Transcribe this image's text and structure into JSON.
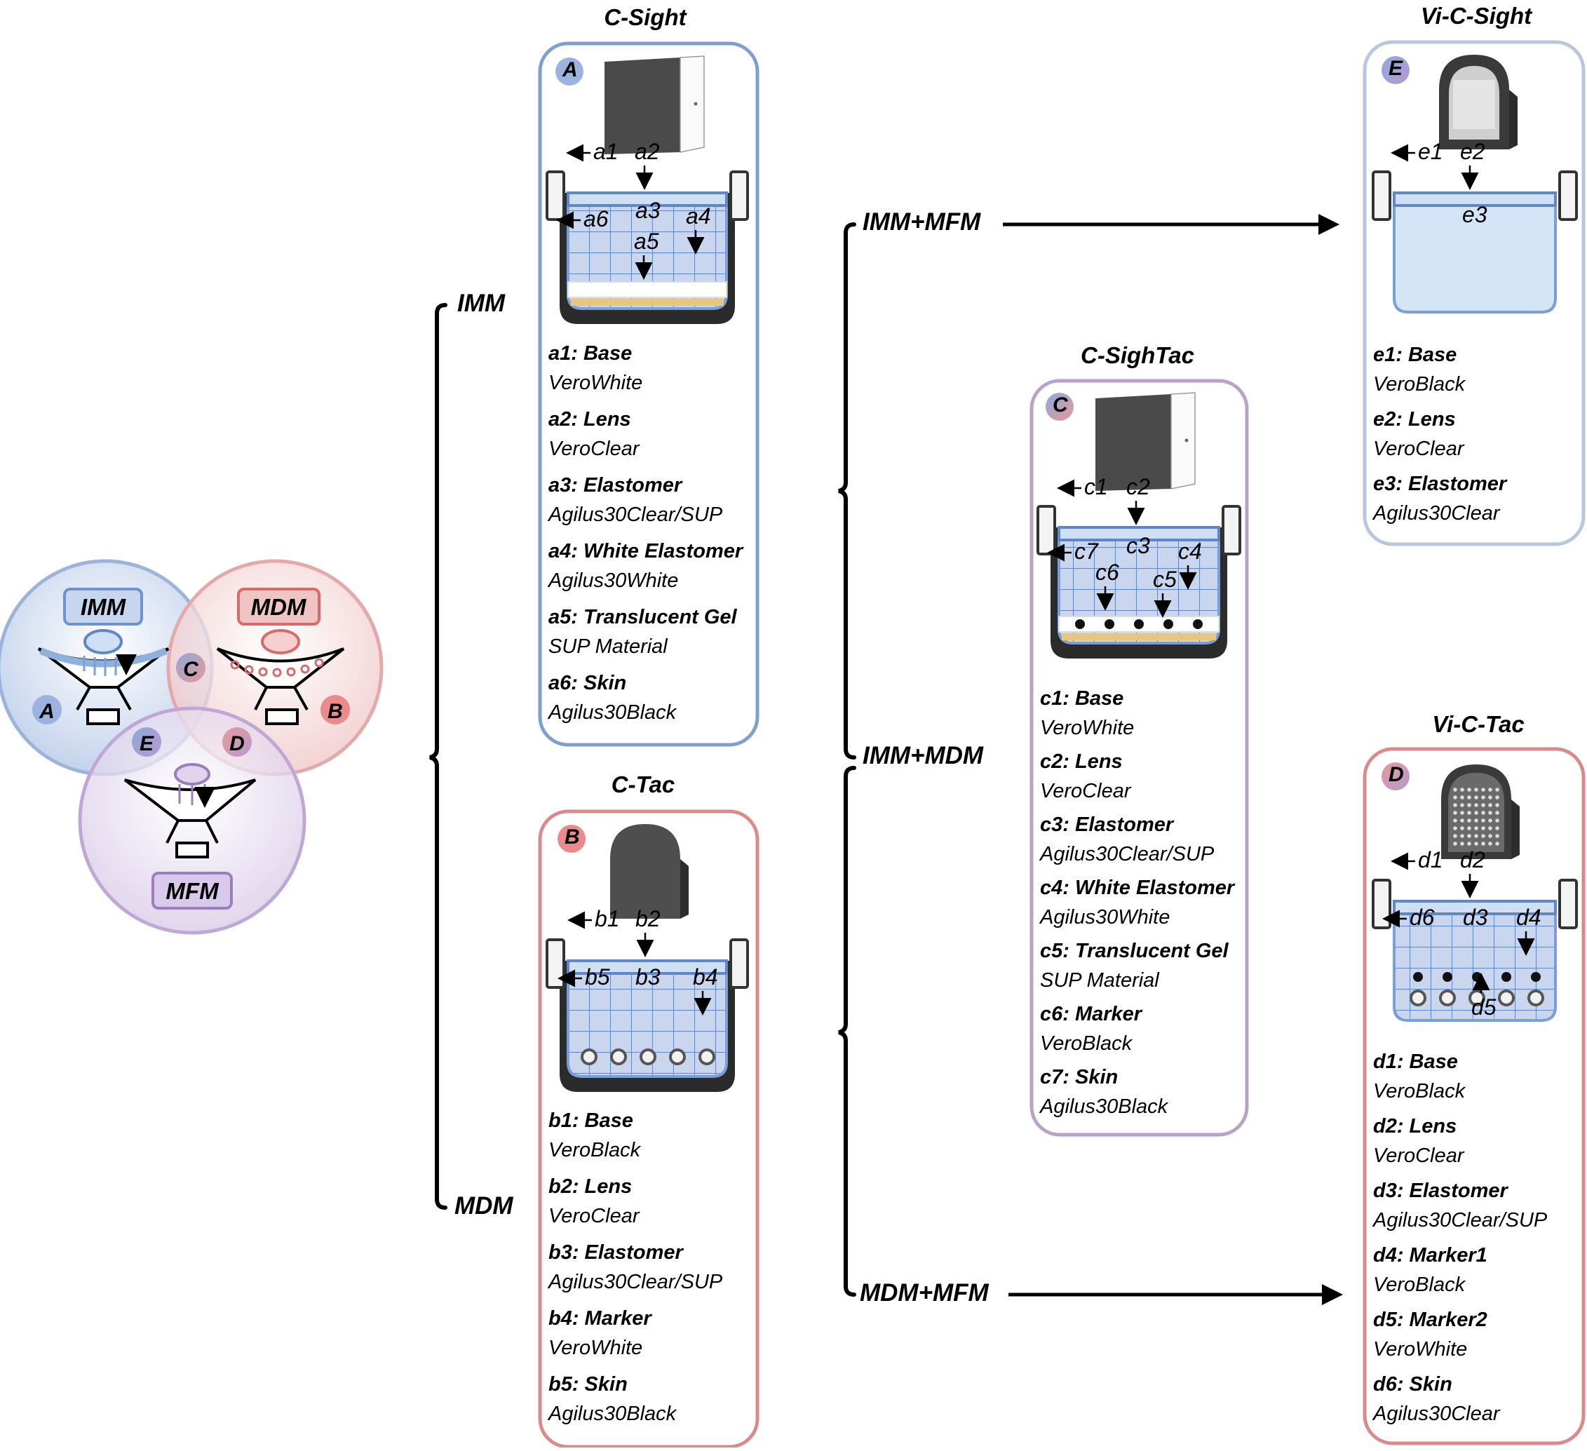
{
  "venn": {
    "circles": [
      {
        "label": "IMM",
        "color": "#7f9fce"
      },
      {
        "label": "MDM",
        "color": "#d98a8a"
      },
      {
        "label": "MFM",
        "color": "#a58bbd"
      }
    ],
    "badges": [
      "A",
      "B",
      "C",
      "D",
      "E"
    ]
  },
  "branches": {
    "imm": "IMM",
    "mdm": "MDM",
    "imm_mfm": "IMM+MFM",
    "imm_mdm": "IMM+MDM",
    "mdm_mfm": "MDM+MFM"
  },
  "sensors": [
    {
      "id": "A",
      "title": "C-Sight",
      "color": "#7f9fce",
      "bg": "#ffffff",
      "labels": [
        "a1",
        "a2",
        "a3",
        "a4",
        "a5",
        "a6"
      ],
      "parts": [
        {
          "name": "a1: Base",
          "material": "VeroWhite"
        },
        {
          "name": "a2: Lens",
          "material": "VeroClear"
        },
        {
          "name": "a3: Elastomer",
          "material": "Agilus30Clear/SUP"
        },
        {
          "name": "a4: White Elastomer",
          "material": "Agilus30White"
        },
        {
          "name": "a5: Translucent Gel",
          "material": "SUP Material"
        },
        {
          "name": "a6: Skin",
          "material": "Agilus30Black"
        }
      ]
    },
    {
      "id": "B",
      "title": "C-Tac",
      "color": "#d98a8a",
      "bg": "#ffffff",
      "labels": [
        "b1",
        "b2",
        "b3",
        "b4",
        "b5"
      ],
      "parts": [
        {
          "name": "b1: Base",
          "material": "VeroBlack"
        },
        {
          "name": "b2: Lens",
          "material": "VeroClear"
        },
        {
          "name": "b3: Elastomer",
          "material": "Agilus30Clear/SUP"
        },
        {
          "name": "b4: Marker",
          "material": "VeroWhite"
        },
        {
          "name": "b5: Skin",
          "material": "Agilus30Black"
        }
      ]
    },
    {
      "id": "C",
      "title": "C-SighTac",
      "color": "#b7a3c9",
      "bg": "#ffffff",
      "labels": [
        "c1",
        "c2",
        "c3",
        "c4",
        "c5",
        "c6",
        "c7"
      ],
      "parts": [
        {
          "name": "c1: Base",
          "material": "VeroWhite"
        },
        {
          "name": "c2: Lens",
          "material": "VeroClear"
        },
        {
          "name": "c3: Elastomer",
          "material": "Agilus30Clear/SUP"
        },
        {
          "name": "c4: White Elastomer",
          "material": "Agilus30White"
        },
        {
          "name": "c5: Translucent Gel",
          "material": "SUP Material"
        },
        {
          "name": "c6: Marker",
          "material": "VeroBlack"
        },
        {
          "name": "c7: Skin",
          "material": "Agilus30Black"
        }
      ]
    },
    {
      "id": "E",
      "title": "Vi-C-Sight",
      "color": "#b9c6e0",
      "bg": "#ffffff",
      "labels": [
        "e1",
        "e2",
        "e3"
      ],
      "parts": [
        {
          "name": "e1: Base",
          "material": "VeroBlack"
        },
        {
          "name": "e2: Lens",
          "material": "VeroClear"
        },
        {
          "name": "e3: Elastomer",
          "material": "Agilus30Clear"
        }
      ]
    },
    {
      "id": "D",
      "title": "Vi-C-Tac",
      "color": "#d98a8a",
      "bg": "#ffffff",
      "labels": [
        "d1",
        "d2",
        "d3",
        "d4",
        "d5",
        "d6"
      ],
      "parts": [
        {
          "name": "d1: Base",
          "material": "VeroBlack"
        },
        {
          "name": "d2: Lens",
          "material": "VeroClear"
        },
        {
          "name": "d3: Elastomer",
          "material": "Agilus30Clear/SUP"
        },
        {
          "name": "d4: Marker1",
          "material": "VeroBlack"
        },
        {
          "name": "d5: Marker2",
          "material": "VeroWhite"
        },
        {
          "name": "d6: Skin",
          "material": "Agilus30Clear"
        }
      ]
    }
  ]
}
